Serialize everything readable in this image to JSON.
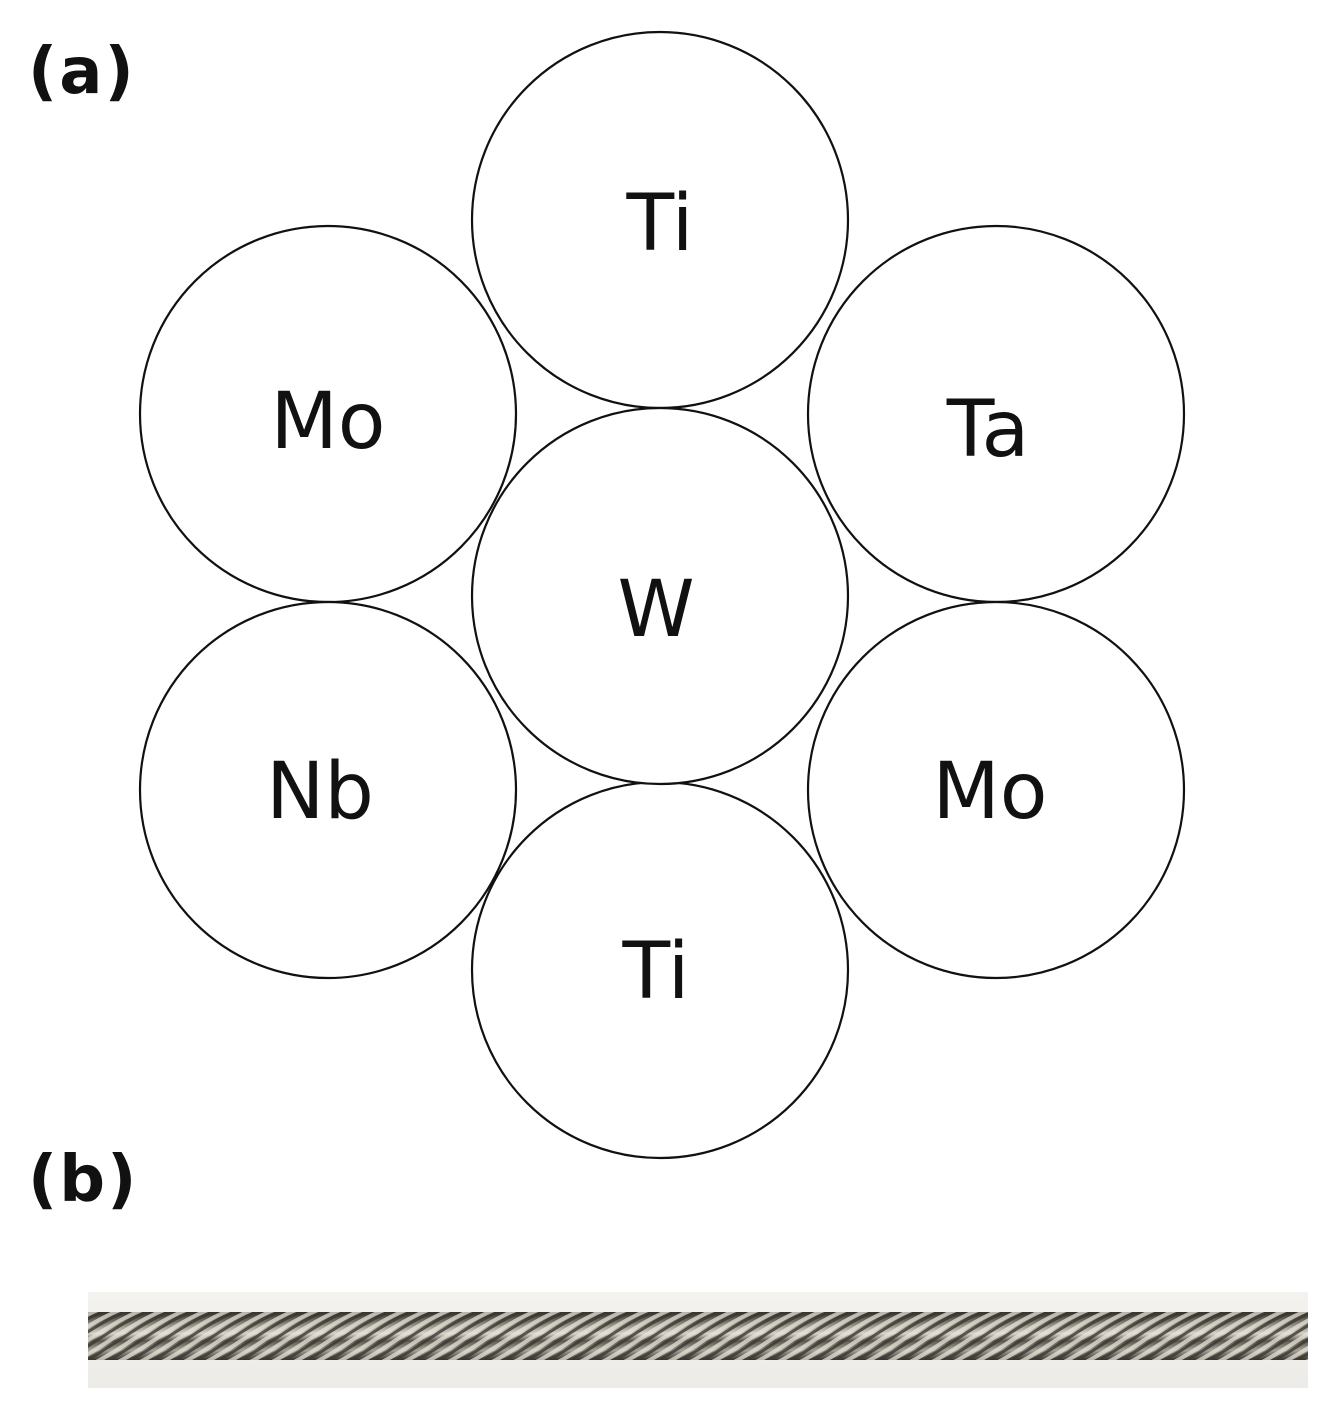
{
  "panels": {
    "a": {
      "label": "(a)"
    },
    "b": {
      "label": "(b)"
    }
  },
  "strands": {
    "center": "W",
    "top": "Ti",
    "upper_left": "Mo",
    "upper_right": "Ta",
    "lower_left": "Nb",
    "lower_right": "Mo",
    "bottom": "Ti"
  },
  "colors": {
    "outline": "#111111",
    "background": "#ffffff",
    "wire_dark": "#3a3833",
    "wire_light": "#e8e4da"
  }
}
